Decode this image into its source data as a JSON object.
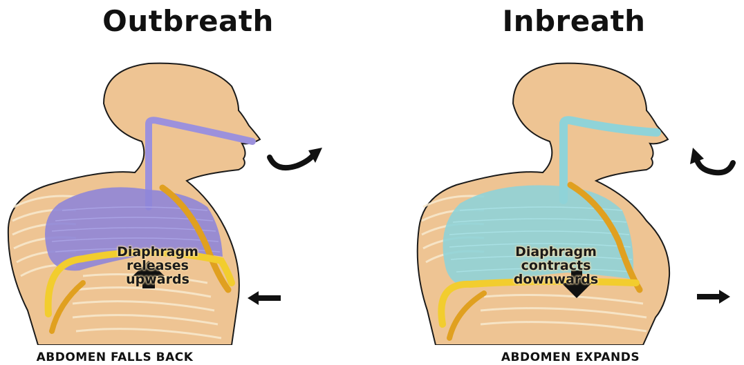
{
  "outbreath": {
    "title": "Outbreath",
    "diaphragm_label": [
      "Diaphragm",
      "releases",
      "upwards"
    ],
    "caption": "ABDOMEN FALLS BACK",
    "lung_color": "#8f86d8"
  },
  "inbreath": {
    "title": "Inbreath",
    "diaphragm_label": [
      "Diaphragm",
      "contracts",
      "downwards"
    ],
    "caption": "ABDOMEN EXPANDS",
    "lung_color": "#8fd3d8"
  },
  "colors": {
    "skin": "#eec493",
    "skin_outline": "#1a1a1a",
    "diaphragm": "#f2cd2e",
    "rib": "#f8ead0",
    "arrow": "#111111"
  },
  "icons": [
    "curved-arrow-icon",
    "up-arrow-icon",
    "down-arrow-icon",
    "left-arrow-icon",
    "right-arrow-icon"
  ]
}
